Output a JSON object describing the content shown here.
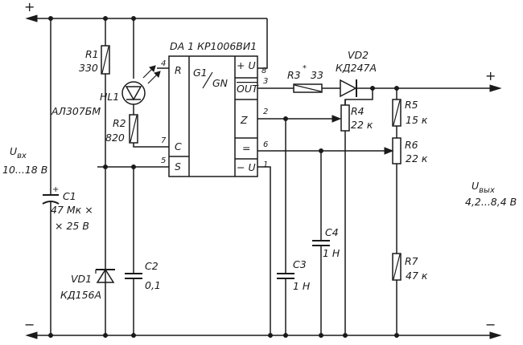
{
  "supply": {
    "plus": "+",
    "minus": "−",
    "label": "U",
    "label_sub": "вх",
    "range": "10...18 В"
  },
  "output": {
    "plus": "+",
    "minus": "−",
    "label": "U",
    "label_sub": "вых",
    "range": "4,2...8,4 В"
  },
  "chip": {
    "title": "DA 1 КР1006ВИ1",
    "func_a": "G1",
    "func_b": "GN",
    "pin_R": "R",
    "pin_C": "C",
    "pin_S": "S",
    "pin_plusU": "+ U",
    "pin_OUT": "OUT",
    "pin_Z": "Z",
    "pin_eq": "=",
    "pin_minusU": "− U",
    "n1": "1",
    "n2": "2",
    "n3": "3",
    "n4": "4",
    "n5": "5",
    "n6": "6",
    "n7": "7",
    "n8": "8"
  },
  "parts": {
    "R1": {
      "name": "R1",
      "value": "330"
    },
    "HL1": {
      "name": "HL1",
      "value": "АЛ307БМ"
    },
    "R2": {
      "name": "R2",
      "value": "820"
    },
    "C1": {
      "name": "C1",
      "value": "47 Мк ×",
      "value2": "× 25 В"
    },
    "VD1": {
      "name": "VD1",
      "value": "КД156А"
    },
    "C2": {
      "name": "C2",
      "value": "0,1"
    },
    "R3": {
      "name": "R3",
      "mark": "*",
      "value": "33"
    },
    "VD2": {
      "name": "VD2",
      "value": "КД247А"
    },
    "R4": {
      "name": "R4",
      "value": "22 к"
    },
    "R5": {
      "name": "R5",
      "value": "15 к"
    },
    "R6": {
      "name": "R6",
      "value": "22 к"
    },
    "R7": {
      "name": "R7",
      "value": "47 к"
    },
    "C3": {
      "name": "C3",
      "value": "1 Н"
    },
    "C4": {
      "name": "C4",
      "value": "1 Н"
    }
  }
}
